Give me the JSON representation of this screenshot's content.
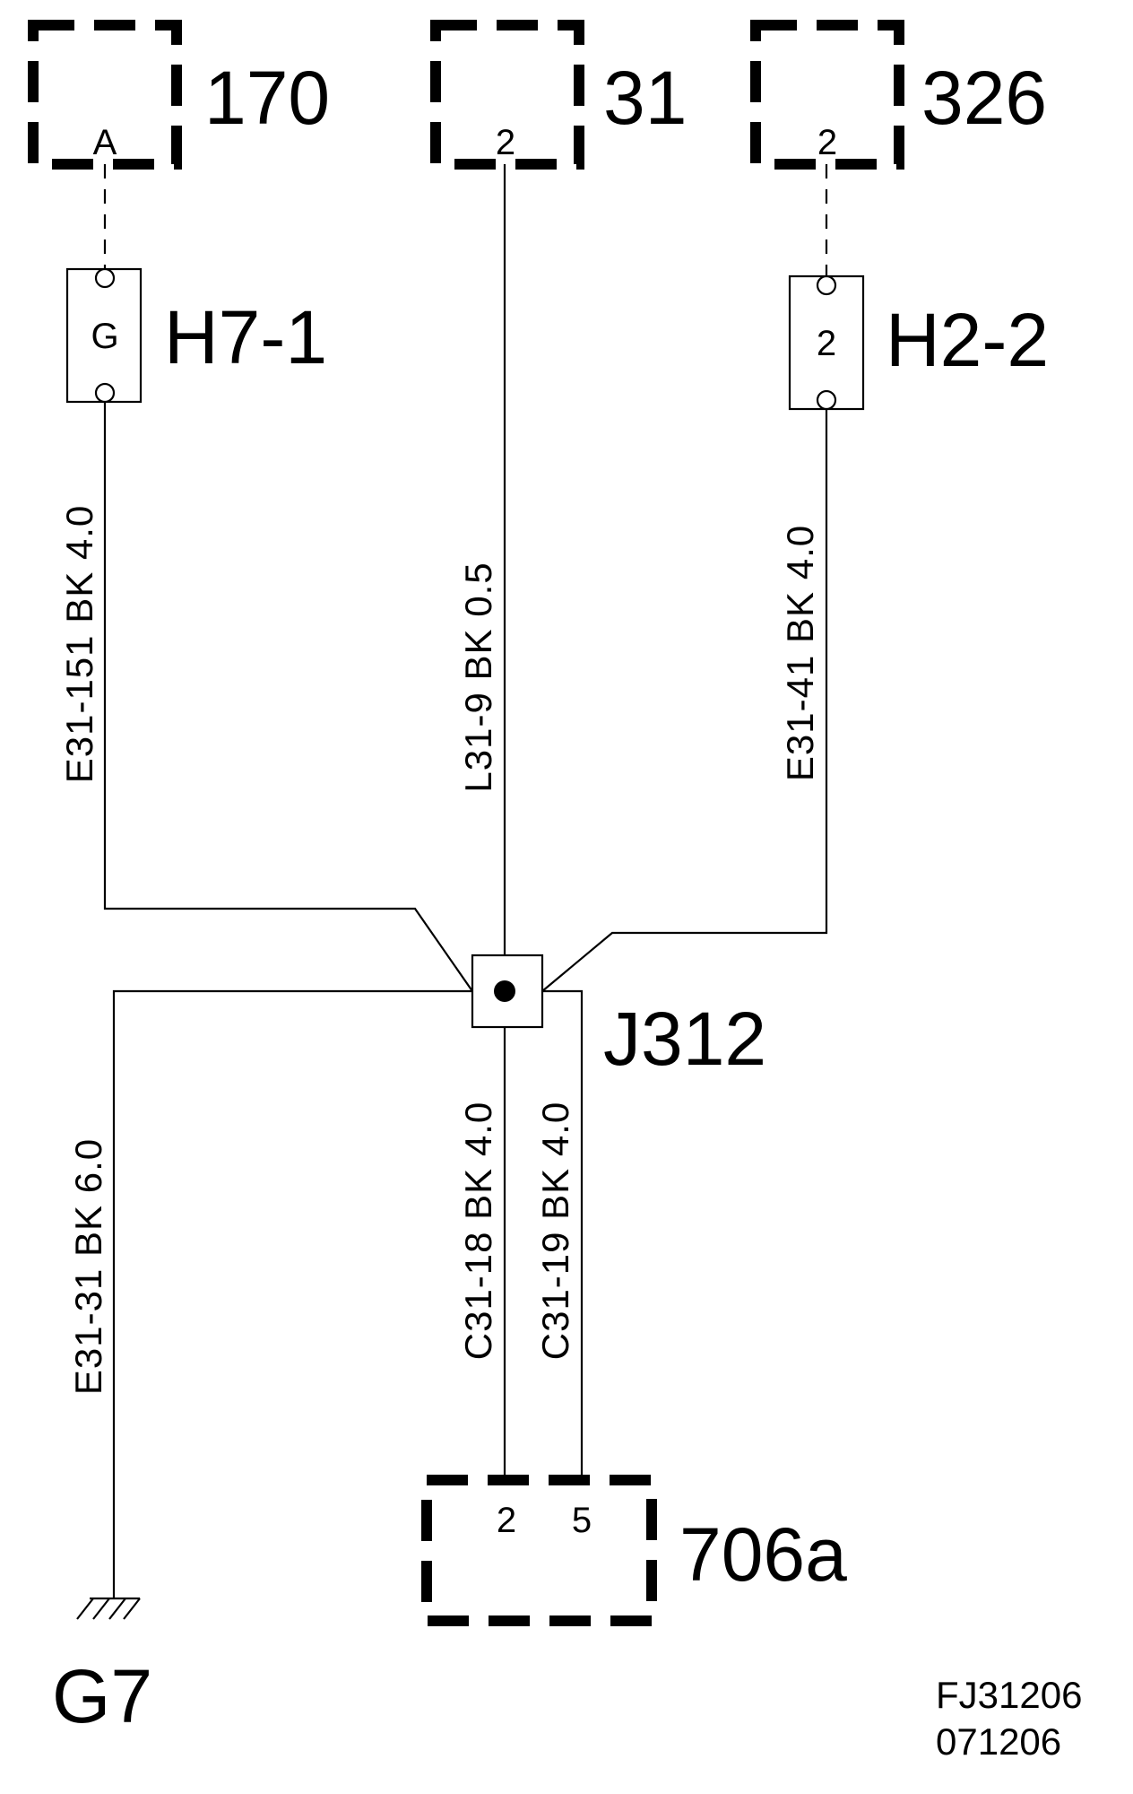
{
  "components": {
    "c170": {
      "ref": "170",
      "pin": "A"
    },
    "c31": {
      "ref": "31",
      "pin": "2"
    },
    "c326": {
      "ref": "326",
      "pin": "2"
    },
    "c706a": {
      "ref": "706a",
      "pins": [
        "2",
        "5"
      ]
    }
  },
  "connectors": {
    "h7": {
      "ref": "H7-1",
      "pin": "G"
    },
    "h2": {
      "ref": "H2-2",
      "pin": "2"
    }
  },
  "splice": {
    "ref": "J312"
  },
  "ground": {
    "ref": "G7"
  },
  "wires": {
    "e31_151": "E31-151  BK  4.0",
    "l31_9": "L31-9  BK  0.5",
    "e31_41": "E31-41  BK  4.0",
    "e31_31": "E31-31  BK  6.0",
    "c31_18": "C31-18  BK  4.0",
    "c31_19": "C31-19  BK  4.0"
  },
  "doc": {
    "code": "FJ31206",
    "date": "071206"
  }
}
